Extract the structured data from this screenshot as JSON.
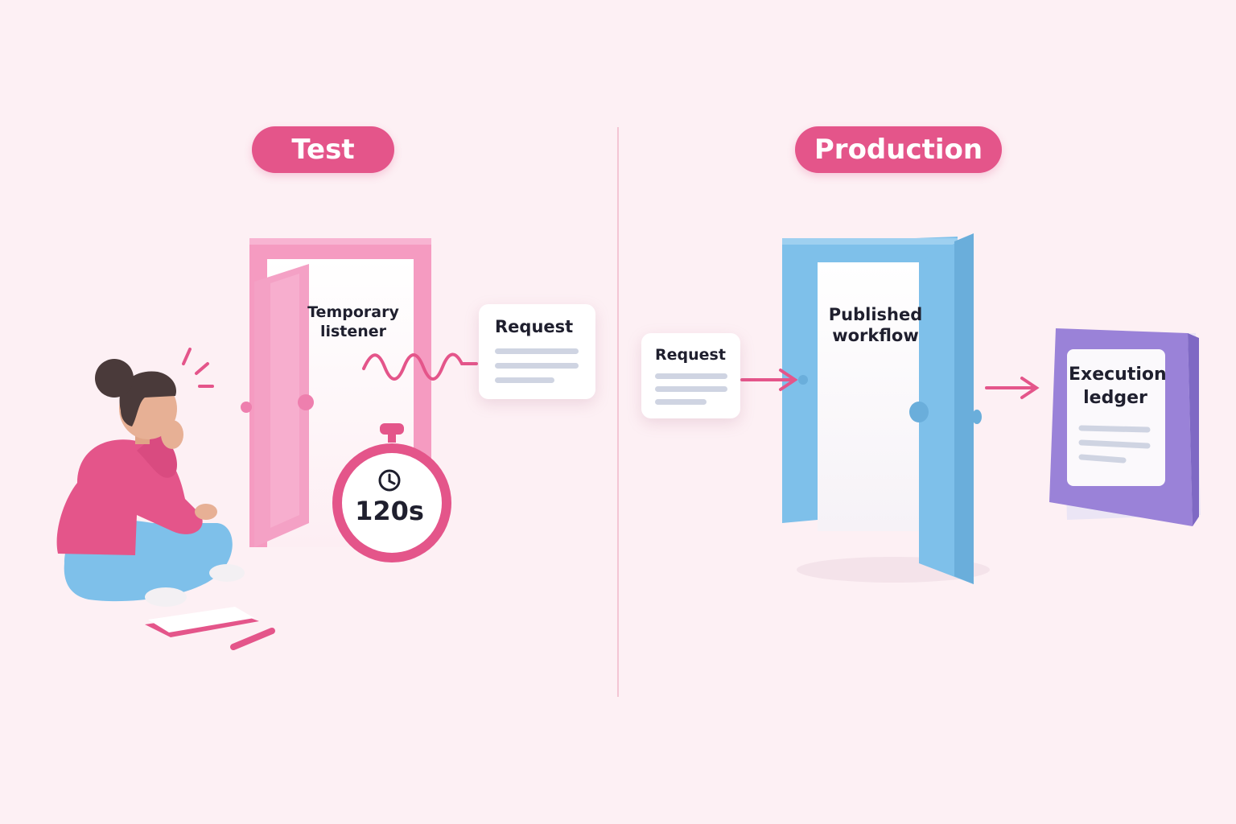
{
  "test": {
    "title": "Test",
    "door_label": "Temporary listener",
    "timer": "120s",
    "request_label": "Request"
  },
  "production": {
    "title": "Production",
    "request_label": "Request",
    "door_label": "Published workflow",
    "ledger_label": "Execution ledger"
  },
  "colors": {
    "background": "#fdf0f4",
    "accent_pink": "#e4558a",
    "door_test": "#f59bc1",
    "door_prod": "#7ec0ea",
    "ledger_purple": "#9a82d8",
    "text_dark": "#1f1f2e"
  },
  "icons": [
    "clock-icon",
    "arrow-right-icon",
    "book-icon",
    "pencil-icon"
  ]
}
